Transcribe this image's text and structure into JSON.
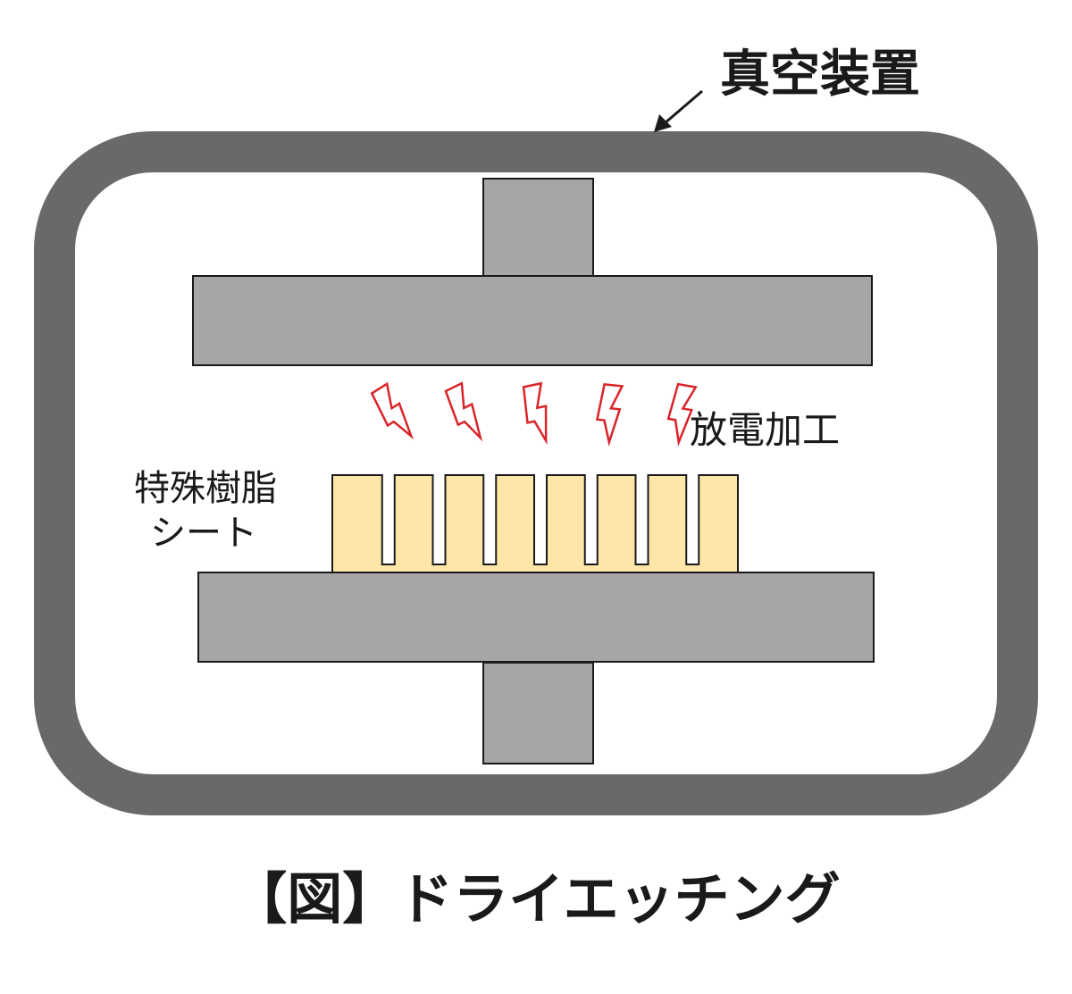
{
  "labels": {
    "vacuum_device": "真空装置",
    "discharge": "放電加工",
    "resin_line1": "特殊樹脂",
    "resin_line2": "シート",
    "caption": "【図】ドライエッチング"
  },
  "colors": {
    "chamber_wall": "#6b6869",
    "electrode": "#a7a5a6",
    "electrode_border": "#1a1a1a",
    "resin_sheet": "#fde6a8",
    "spark": "#d8242a",
    "text": "#1a1a1a",
    "background": "#ffffff"
  },
  "icons": {
    "spark": "lightning-bolt-icon",
    "pointer": "arrow-icon"
  },
  "spark_count": 5,
  "resin_fins": 8
}
